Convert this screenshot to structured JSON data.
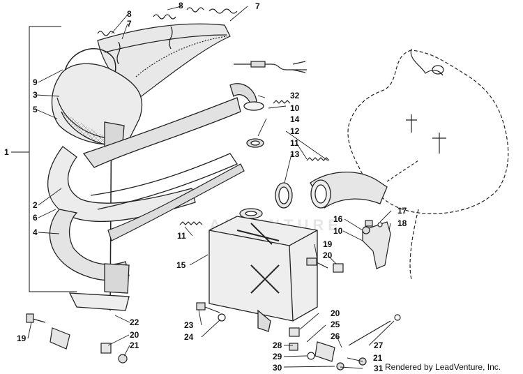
{
  "diagram": {
    "title": "",
    "watermark": "ADVENTURE",
    "credit": "Rendered by LeadVenture, Inc.",
    "callouts": [
      "1",
      "2",
      "3",
      "4",
      "5",
      "6",
      "7",
      "8",
      "9",
      "10",
      "11",
      "12",
      "13",
      "14",
      "15",
      "16",
      "17",
      "18",
      "19",
      "20",
      "21",
      "22",
      "23",
      "24",
      "25",
      "26",
      "27",
      "28",
      "29",
      "30",
      "31",
      "32"
    ],
    "label_texts": {
      "l1": "1",
      "l2": "2",
      "l3": "3",
      "l4": "4",
      "l5": "5",
      "l6": "6",
      "l7a": "7",
      "l7b": "7",
      "l8a": "8",
      "l8b": "8",
      "l9": "9",
      "l10a": "10",
      "l10b": "10",
      "l11a": "11",
      "l11b": "11",
      "l12": "12",
      "l13": "13",
      "l14": "14",
      "l15": "15",
      "l16": "16",
      "l17": "17",
      "l18": "18",
      "l19a": "19",
      "l19b": "19",
      "l20a": "20",
      "l20b": "20",
      "l20c": "20",
      "l21a": "21",
      "l21b": "21",
      "l22": "22",
      "l23": "23",
      "l24": "24",
      "l25": "25",
      "l26": "26",
      "l27": "27",
      "l28": "28",
      "l29": "29",
      "l30": "30",
      "l31": "31",
      "l32": "32"
    }
  }
}
